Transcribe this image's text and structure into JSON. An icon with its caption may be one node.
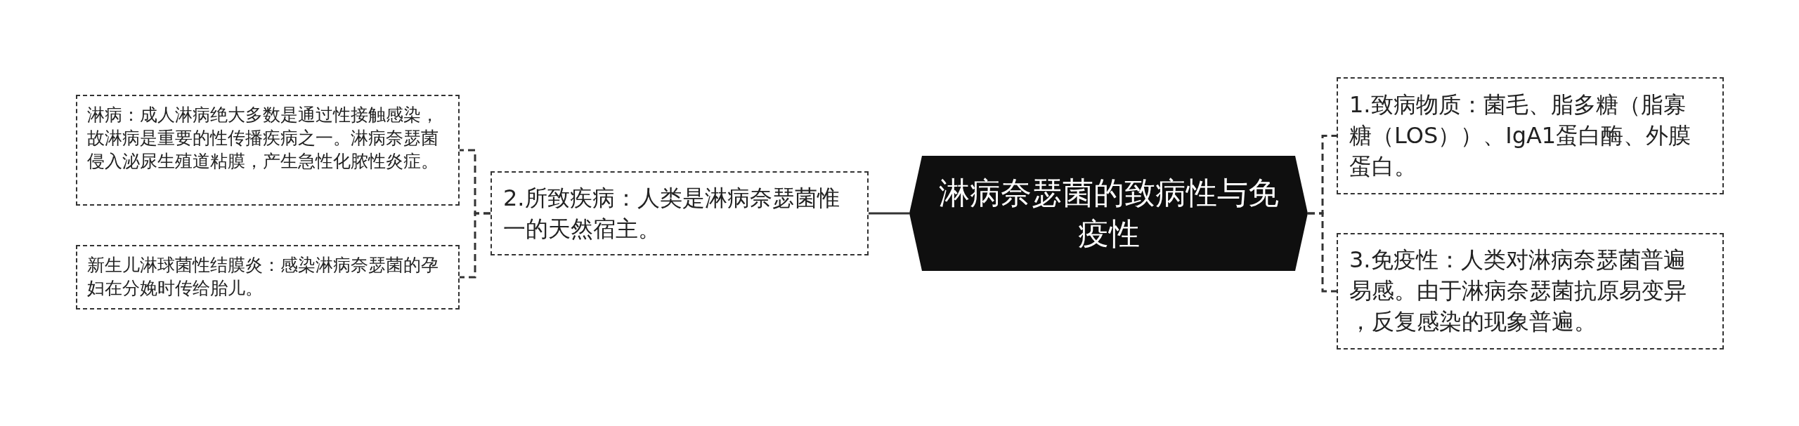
{
  "diagram": {
    "nodes": [
      {
        "text": [
          "淋病奈瑟菌的致病性与免疫性"
        ]
      },
      {
        "text": [
          "2.所致疾病：人类是淋病奈瑟菌惟一的天然宿主。"
        ]
      },
      {
        "text": [
          "淋病：成人淋病绝大多数是通过性接触感染，故淋病是重要的性传播疾病之一。淋病奈瑟菌侵入泌尿生殖道粘膜，产生急性化脓性炎症。"
        ]
      },
      {
        "text": [
          "新生儿淋球菌性结膜炎：感染淋病奈瑟菌的孕妇在分娩时传给胎儿。"
        ]
      },
      {
        "text": [
          "1.致病物质：菌毛、脂多糖（脂寡糖（LOS））、IgA1蛋白酶、外膜蛋白。"
        ]
      },
      {
        "text": [
          "3.免疫性：人类对淋病奈瑟菌普遍易感。由于淋病奈瑟菌抗原易变异，反复感染的现象普遍。"
        ]
      }
    ],
    "edges": [
      {
        "from": 0,
        "to": 1,
        "arrow": "none"
      },
      {
        "from": 1,
        "to": 2,
        "arrow": "none",
        "style": "dashed"
      },
      {
        "from": 1,
        "to": 3,
        "arrow": "none",
        "style": "dashed"
      },
      {
        "from": 0,
        "to": 4,
        "arrow": "none",
        "style": "dashed"
      },
      {
        "from": 0,
        "to": 5,
        "arrow": "none",
        "style": "dashed"
      }
    ]
  }
}
